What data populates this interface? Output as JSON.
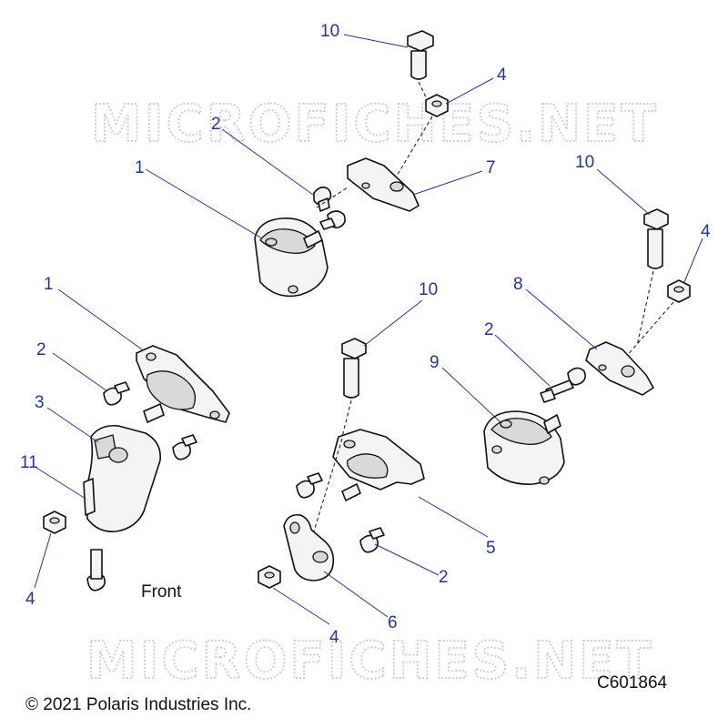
{
  "watermark": "MICROFICHES.NET",
  "front_label": "Front",
  "copyright": "© 2021 Polaris Industries Inc.",
  "figure_code": "C601864",
  "callouts": {
    "c10_top": "10",
    "c4_top": "4",
    "c2_top": "2",
    "c1_top": "1",
    "c7": "7",
    "c10_right": "10",
    "c4_right": "4",
    "c8": "8",
    "c2_right": "2",
    "c9": "9",
    "c10_mid": "10",
    "c5": "5",
    "c2_mid": "2",
    "c6": "6",
    "c4_mid": "4",
    "c1_left": "1",
    "c2_left": "2",
    "c3": "3",
    "c11": "11",
    "c4_left": "4"
  },
  "colors": {
    "callout": "#2233a8",
    "line": "#111111",
    "watermark": "#cfcfcf"
  }
}
